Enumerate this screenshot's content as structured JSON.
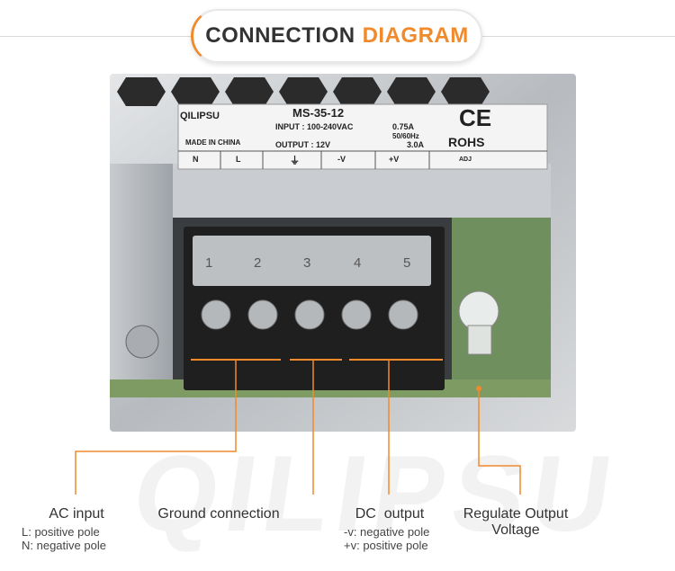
{
  "title": {
    "part1": "CONNECTION",
    "part2": "DIAGRAM"
  },
  "label": {
    "brand": "QILIPSU",
    "model": "MS-35-12",
    "input": "INPUT : 100-240VAC",
    "current_in": "0.75A",
    "freq": "50/60Hz",
    "made": "MADE IN CHINA",
    "output": "OUTPUT : 12V",
    "current_out": "3.0A",
    "ce": "CE",
    "rohs": "ROHS",
    "terminals": [
      "N",
      "L",
      "⏚",
      "-V",
      "+V",
      "ADJ"
    ]
  },
  "terminal_numbers": [
    "1",
    "2",
    "3",
    "4",
    "5"
  ],
  "callouts": {
    "ac": {
      "title": "AC input",
      "l1": "L: positive pole",
      "l2": "N: negative pole"
    },
    "ground": {
      "title": "Ground connection"
    },
    "dc": {
      "title": "DC  output",
      "l1": "-v: negative pole",
      "l2": "+v: positive pole"
    },
    "adj": {
      "title": "Regulate Output",
      "l2": "Voltage"
    }
  },
  "colors": {
    "accent": "#f08a2c",
    "text": "#333333"
  },
  "watermark": "QILIPSU"
}
